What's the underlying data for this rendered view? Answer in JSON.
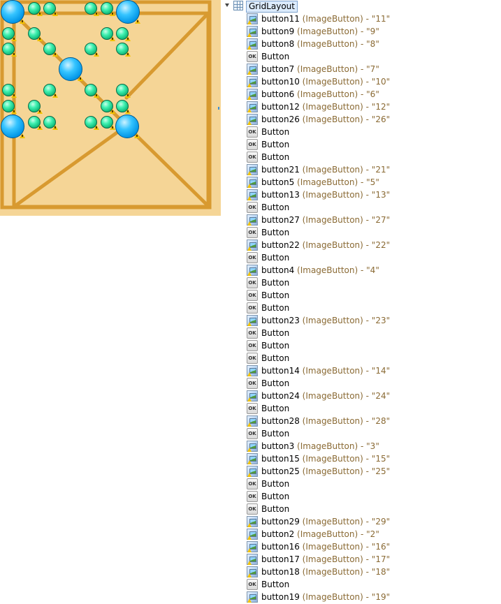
{
  "outline": {
    "root": "GridLayout",
    "items": [
      {
        "id": "button11",
        "type": "ImageButton",
        "text": "11"
      },
      {
        "id": "button9",
        "type": "ImageButton",
        "text": "9"
      },
      {
        "id": "button8",
        "type": "ImageButton",
        "text": "8"
      },
      {
        "id": "Button",
        "type": "Button",
        "text": ""
      },
      {
        "id": "button7",
        "type": "ImageButton",
        "text": "7"
      },
      {
        "id": "button10",
        "type": "ImageButton",
        "text": "10"
      },
      {
        "id": "button6",
        "type": "ImageButton",
        "text": "6"
      },
      {
        "id": "button12",
        "type": "ImageButton",
        "text": "12"
      },
      {
        "id": "button26",
        "type": "ImageButton",
        "text": "26"
      },
      {
        "id": "Button",
        "type": "Button",
        "text": ""
      },
      {
        "id": "Button",
        "type": "Button",
        "text": ""
      },
      {
        "id": "Button",
        "type": "Button",
        "text": ""
      },
      {
        "id": "button21",
        "type": "ImageButton",
        "text": "21"
      },
      {
        "id": "button5",
        "type": "ImageButton",
        "text": "5"
      },
      {
        "id": "button13",
        "type": "ImageButton",
        "text": "13"
      },
      {
        "id": "Button",
        "type": "Button",
        "text": ""
      },
      {
        "id": "button27",
        "type": "ImageButton",
        "text": "27"
      },
      {
        "id": "Button",
        "type": "Button",
        "text": ""
      },
      {
        "id": "button22",
        "type": "ImageButton",
        "text": "22"
      },
      {
        "id": "Button",
        "type": "Button",
        "text": ""
      },
      {
        "id": "button4",
        "type": "ImageButton",
        "text": "4"
      },
      {
        "id": "Button",
        "type": "Button",
        "text": ""
      },
      {
        "id": "Button",
        "type": "Button",
        "text": ""
      },
      {
        "id": "Button",
        "type": "Button",
        "text": ""
      },
      {
        "id": "button23",
        "type": "ImageButton",
        "text": "23"
      },
      {
        "id": "Button",
        "type": "Button",
        "text": ""
      },
      {
        "id": "Button",
        "type": "Button",
        "text": ""
      },
      {
        "id": "Button",
        "type": "Button",
        "text": ""
      },
      {
        "id": "button14",
        "type": "ImageButton",
        "text": "14"
      },
      {
        "id": "Button",
        "type": "Button",
        "text": ""
      },
      {
        "id": "button24",
        "type": "ImageButton",
        "text": "24"
      },
      {
        "id": "Button",
        "type": "Button",
        "text": ""
      },
      {
        "id": "button28",
        "type": "ImageButton",
        "text": "28"
      },
      {
        "id": "Button",
        "type": "Button",
        "text": ""
      },
      {
        "id": "button3",
        "type": "ImageButton",
        "text": "3"
      },
      {
        "id": "button15",
        "type": "ImageButton",
        "text": "15"
      },
      {
        "id": "button25",
        "type": "ImageButton",
        "text": "25"
      },
      {
        "id": "Button",
        "type": "Button",
        "text": ""
      },
      {
        "id": "Button",
        "type": "Button",
        "text": ""
      },
      {
        "id": "Button",
        "type": "Button",
        "text": ""
      },
      {
        "id": "button29",
        "type": "ImageButton",
        "text": "29"
      },
      {
        "id": "button2",
        "type": "ImageButton",
        "text": "2"
      },
      {
        "id": "button16",
        "type": "ImageButton",
        "text": "16"
      },
      {
        "id": "button17",
        "type": "ImageButton",
        "text": "17"
      },
      {
        "id": "button18",
        "type": "ImageButton",
        "text": "18"
      },
      {
        "id": "Button",
        "type": "Button",
        "text": ""
      },
      {
        "id": "button19",
        "type": "ImageButton",
        "text": "19"
      }
    ]
  },
  "colors": {
    "board_bg": "#f5d596",
    "board_line": "#d89a30",
    "small_piece": "#1ee6a0",
    "big_piece": "#1aa8f0",
    "warning": "#f2c200",
    "meta_text": "#8a6a34"
  },
  "icons": {
    "image_button": "image-button-icon",
    "button": "ok-button-icon",
    "layout": "grid-layout-icon",
    "warning": "warning-icon"
  }
}
